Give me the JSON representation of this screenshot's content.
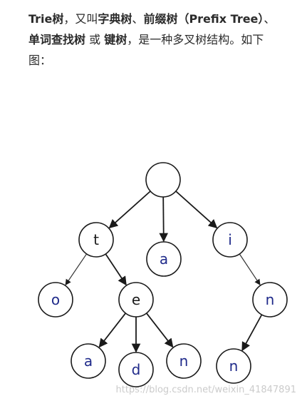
{
  "intro": {
    "p1": "Trie树",
    "p2": "，又叫",
    "p3": "字典树",
    "p4": "、",
    "p5": "前缀树（Prefix Tree）",
    "p6": "、",
    "p7": "单词查找树",
    "p8": " 或 ",
    "p9": "键树",
    "p10": "，是一种多叉树结构。如下图："
  },
  "diagram": {
    "nodes": [
      {
        "id": "root",
        "label": "",
        "color": "#1a1a1a"
      },
      {
        "id": "t",
        "label": "t",
        "color": "#1a1a1a"
      },
      {
        "id": "a1",
        "label": "a",
        "color": "#1f2a8a"
      },
      {
        "id": "i",
        "label": "i",
        "color": "#1f2a8a"
      },
      {
        "id": "o",
        "label": "o",
        "color": "#1f2a8a"
      },
      {
        "id": "e",
        "label": "e",
        "color": "#1a1a1a"
      },
      {
        "id": "n1",
        "label": "n",
        "color": "#1f2a8a"
      },
      {
        "id": "a2",
        "label": "a",
        "color": "#1f2a8a"
      },
      {
        "id": "d",
        "label": "d",
        "color": "#1f2a8a"
      },
      {
        "id": "n2",
        "label": "n",
        "color": "#1f2a8a"
      },
      {
        "id": "n3",
        "label": "n",
        "color": "#1f2a8a"
      }
    ],
    "edges": [
      {
        "from": "root",
        "to": "t",
        "style": "bold"
      },
      {
        "from": "root",
        "to": "a1",
        "style": "bold"
      },
      {
        "from": "root",
        "to": "i",
        "style": "bold"
      },
      {
        "from": "t",
        "to": "o",
        "style": "thin"
      },
      {
        "from": "t",
        "to": "e",
        "style": "bold"
      },
      {
        "from": "e",
        "to": "a2",
        "style": "bold"
      },
      {
        "from": "e",
        "to": "d",
        "style": "bold"
      },
      {
        "from": "e",
        "to": "n2",
        "style": "bold"
      },
      {
        "from": "i",
        "to": "n1",
        "style": "thin"
      },
      {
        "from": "n1",
        "to": "n3",
        "style": "bold"
      }
    ]
  },
  "watermark": "https://blog.csdn.net/weixin_41847891"
}
